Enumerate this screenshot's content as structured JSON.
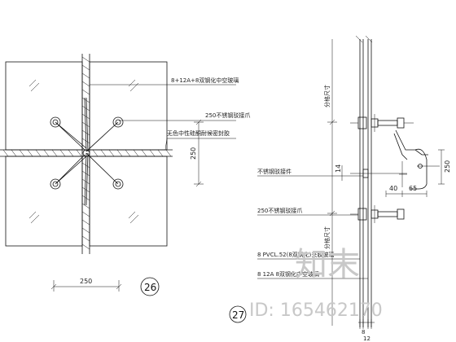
{
  "left_view": {
    "glass_label": "8+12A+8双钢化中空玻璃",
    "claw_label": "250不锈钢驳接爪",
    "sealant_label": "无色中性硅酮耐候密封胶",
    "dim_side": "250",
    "dim_bottom": "250",
    "detail_number": "26"
  },
  "right_view": {
    "top_vertical_label": "分格尺寸",
    "bottom_vertical_label": "分格尺寸",
    "connector_label": "不锈钢驳接件",
    "claw_label": "250不锈钢驳接爪",
    "pvcl_label": "8 PVCL.52(8双钢化)夹胶玻璃",
    "glass_label": "8 12A 8双钢化中空玻璃",
    "dim_14": "14",
    "dim_250": "250",
    "dim_40": "40",
    "dim_65": "65",
    "dim_bottom_a": "8",
    "dim_bottom_b": "12",
    "detail_number": "27"
  },
  "watermark": {
    "brand": "知末",
    "id_text": "ID: 165462170"
  }
}
